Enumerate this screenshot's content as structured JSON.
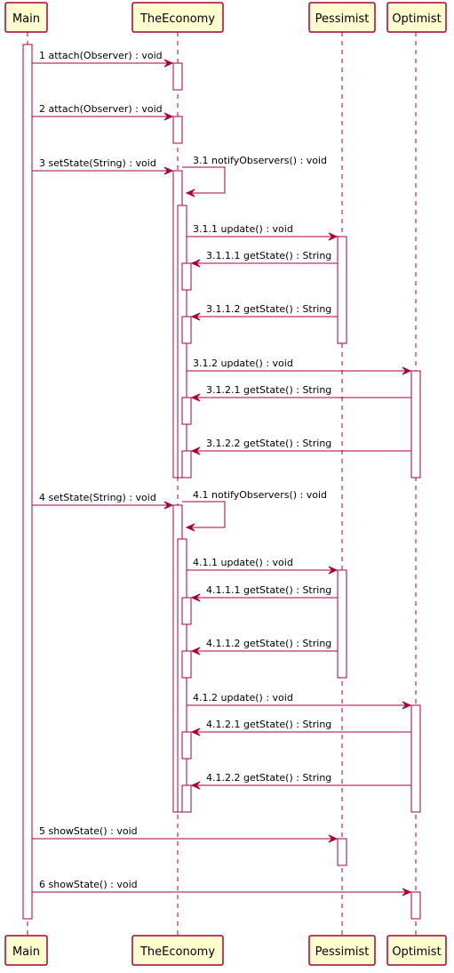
{
  "participants": [
    {
      "id": "main",
      "label": "Main"
    },
    {
      "id": "economy",
      "label": "TheEconomy"
    },
    {
      "id": "pessimist",
      "label": "Pessimist"
    },
    {
      "id": "optimist",
      "label": "Optimist"
    }
  ],
  "messages": [
    {
      "num": "1",
      "text": "attach(Observer) : void"
    },
    {
      "num": "2",
      "text": "attach(Observer) : void"
    },
    {
      "num": "3",
      "text": "setState(String) : void"
    },
    {
      "num": "3.1",
      "text": "notifyObservers() : void"
    },
    {
      "num": "3.1.1",
      "text": "update() : void"
    },
    {
      "num": "3.1.1.1",
      "text": "getState() : String"
    },
    {
      "num": "3.1.1.2",
      "text": "getState() : String"
    },
    {
      "num": "3.1.2",
      "text": "update() : void"
    },
    {
      "num": "3.1.2.1",
      "text": "getState() : String"
    },
    {
      "num": "3.1.2.2",
      "text": "getState() : String"
    },
    {
      "num": "4",
      "text": "setState(String) : void"
    },
    {
      "num": "4.1",
      "text": "notifyObservers() : void"
    },
    {
      "num": "4.1.1",
      "text": "update() : void"
    },
    {
      "num": "4.1.1.1",
      "text": "getState() : String"
    },
    {
      "num": "4.1.1.2",
      "text": "getState() : String"
    },
    {
      "num": "4.1.2",
      "text": "update() : void"
    },
    {
      "num": "4.1.2.1",
      "text": "getState() : String"
    },
    {
      "num": "4.1.2.2",
      "text": "getState() : String"
    },
    {
      "num": "5",
      "text": "showState() : void"
    },
    {
      "num": "6",
      "text": "showState() : void"
    }
  ]
}
